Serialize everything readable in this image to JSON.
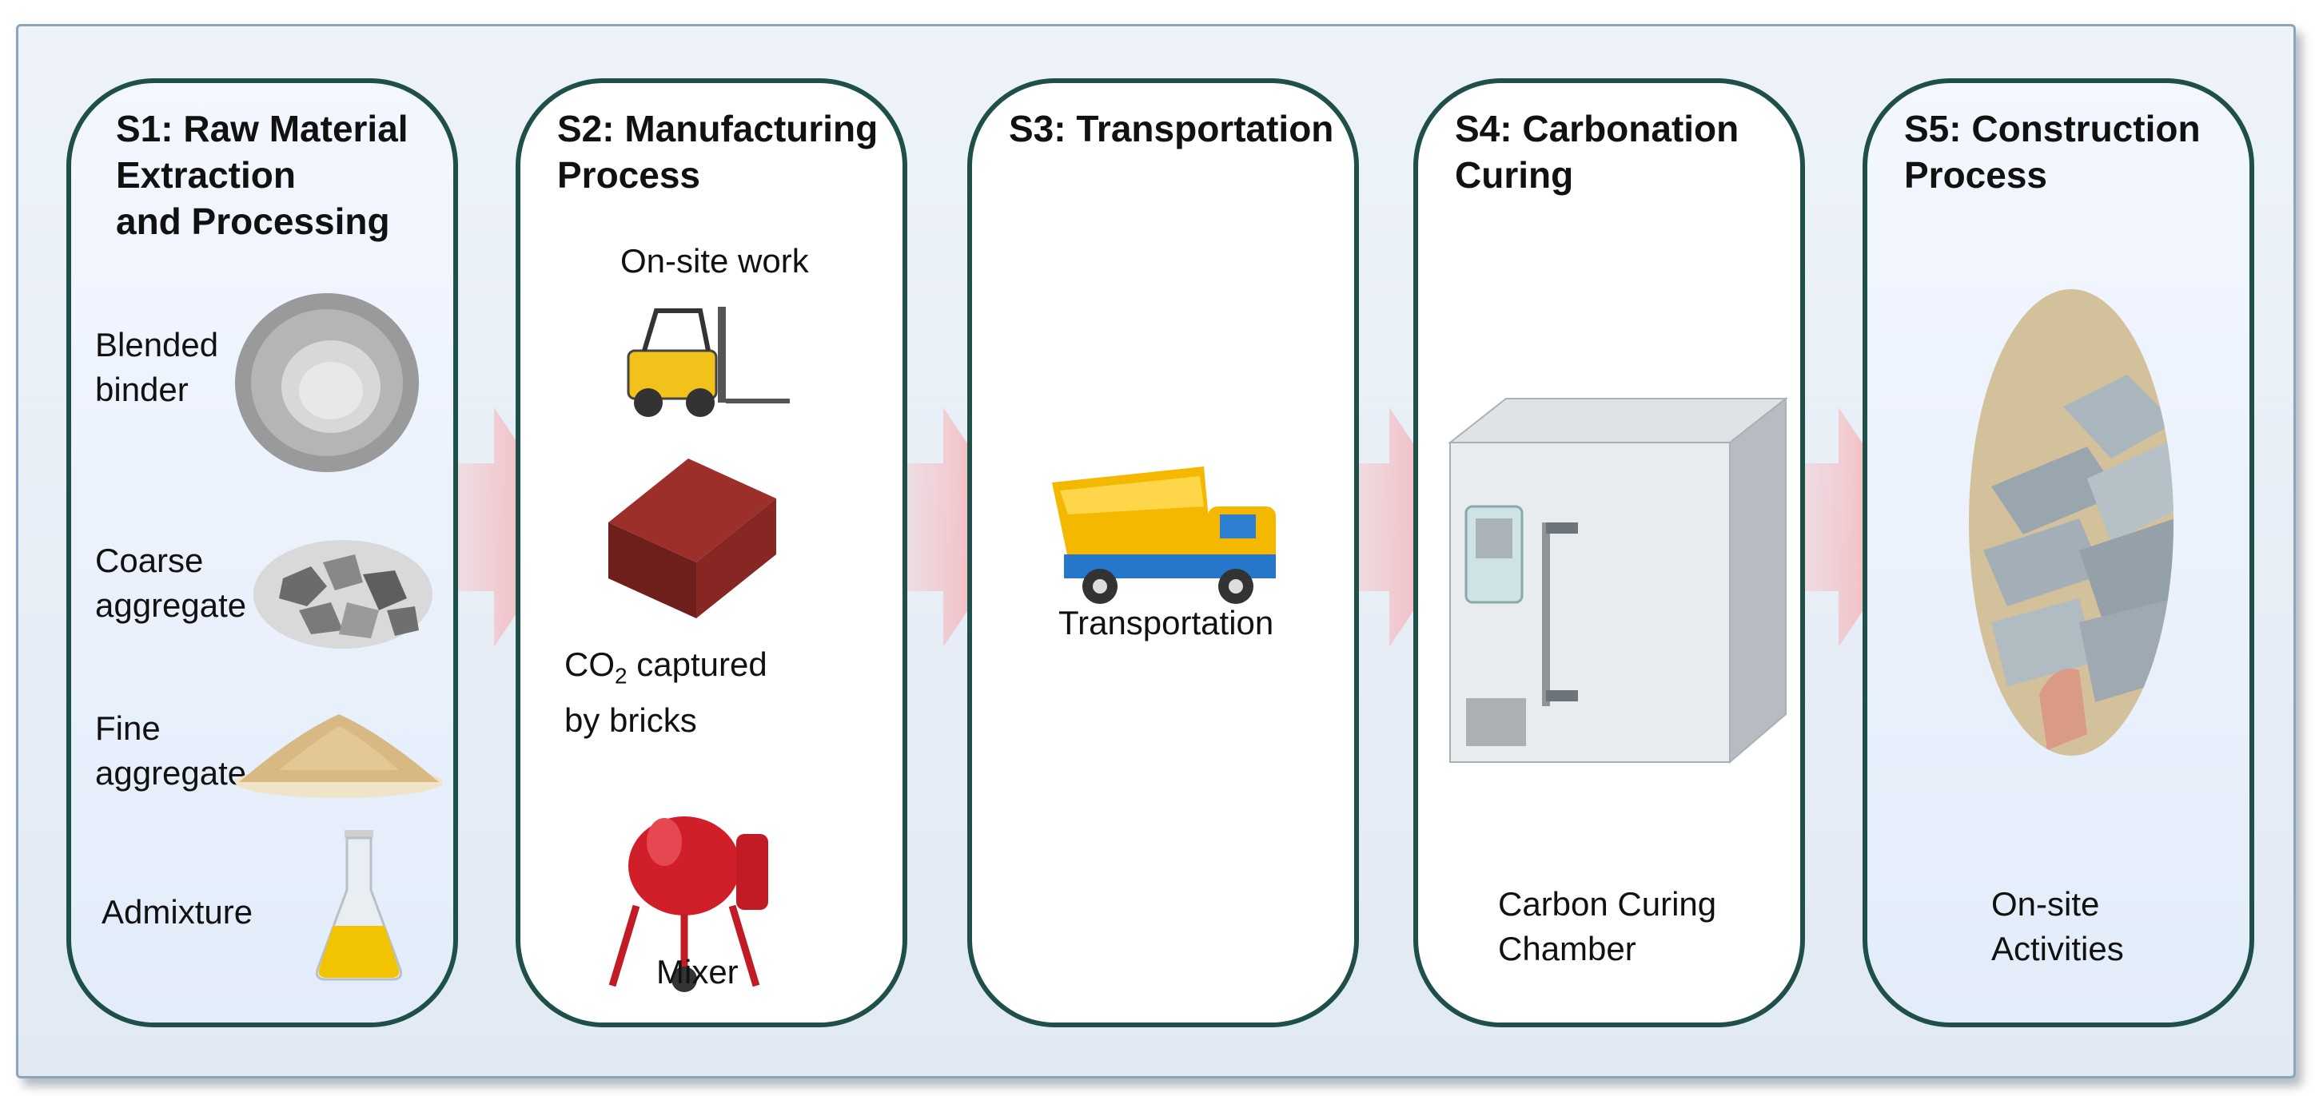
{
  "stages": [
    {
      "title": "S1: Raw Material\nExtraction\nand Processing",
      "items": {
        "binder": "Blended\nbinder",
        "coarse": "Coarse\naggregate",
        "fine": "Fine\naggregate",
        "admixture": "Admixture"
      }
    },
    {
      "title": "S2: Manufacturing\nProcess",
      "items": {
        "onsite": "On-site work",
        "co2_prefix": "CO",
        "co2_sub": "2",
        "co2_suffix": " captured",
        "co2_line2": "by bricks",
        "mixer": "Mixer"
      }
    },
    {
      "title": "S3: Transportation",
      "items": {
        "transport": "Transportation"
      }
    },
    {
      "title": "S4: Carbonation\nCuring",
      "items": {
        "chamber": "Carbon Curing\nChamber"
      }
    },
    {
      "title": "S5: Construction\nProcess",
      "items": {
        "activities": "On-site\nActivities"
      }
    }
  ],
  "colors": {
    "border": "#1e4f49",
    "arrow": "#f4a0a6",
    "frame": "#8aa6bc"
  }
}
